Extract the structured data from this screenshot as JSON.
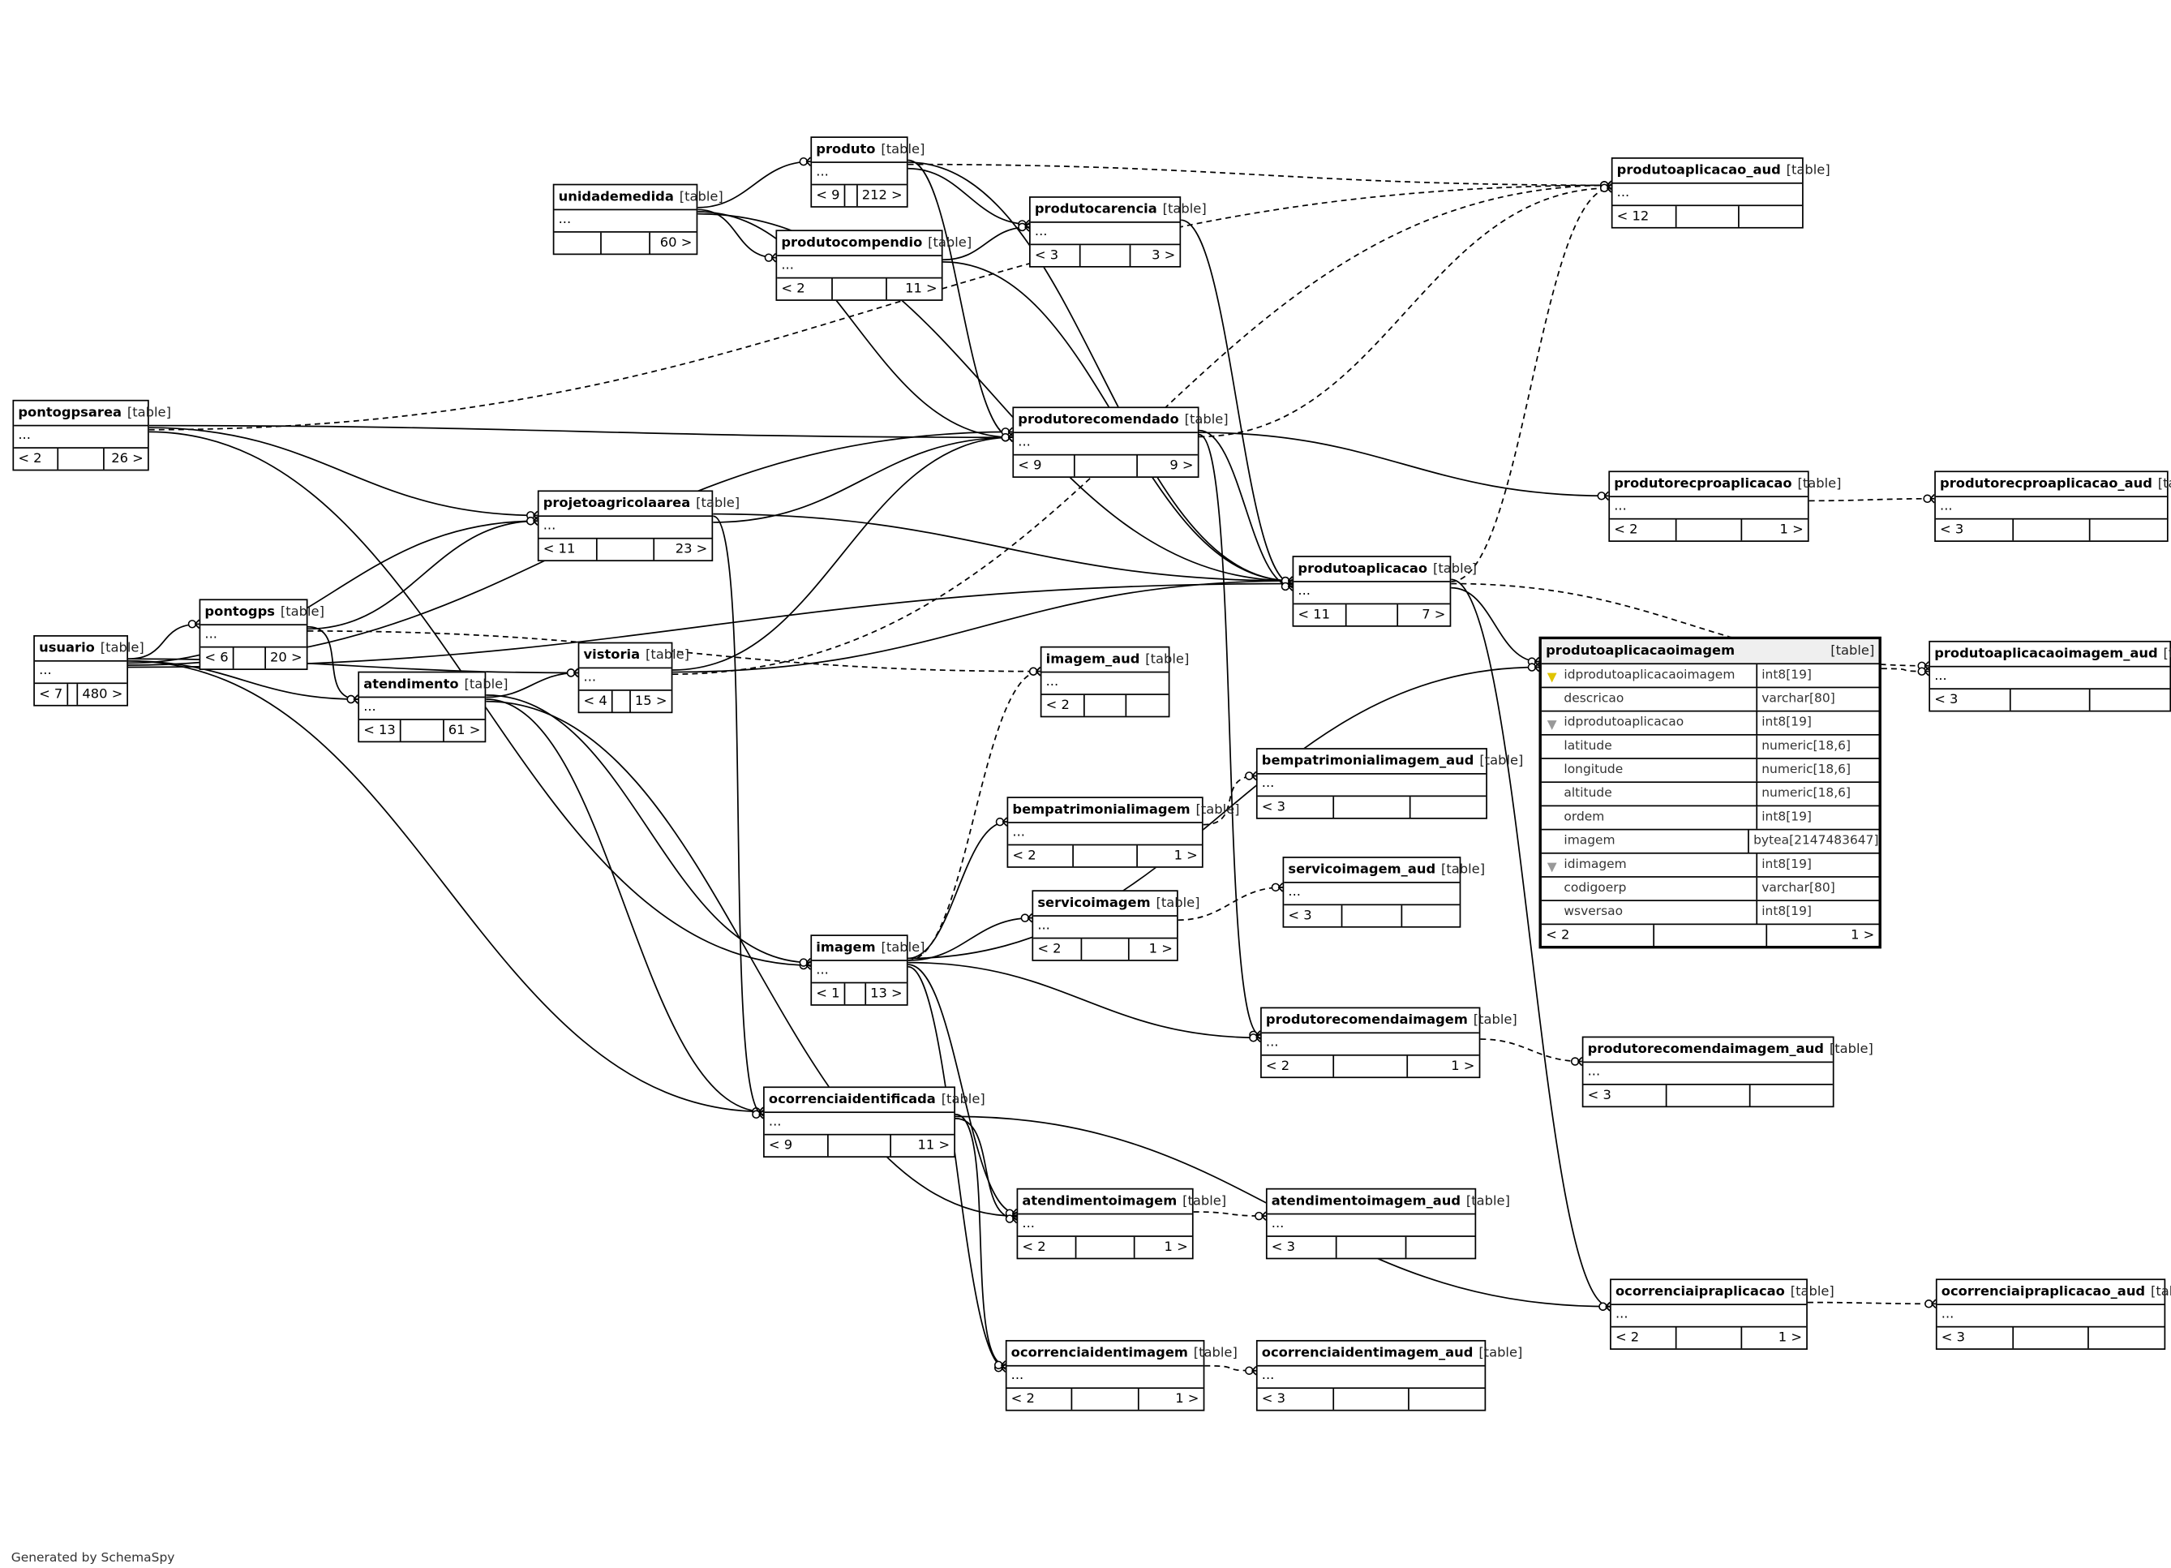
{
  "diagram": {
    "tag_label": "[table]",
    "footer": "Generated by SchemaSpy",
    "tables": {
      "pontogpsarea": {
        "name": "pontogpsarea",
        "body": "...",
        "cells": [
          "< 2",
          "",
          "26 >"
        ]
      },
      "usuario": {
        "name": "usuario",
        "body": "...",
        "cells": [
          "< 7",
          "",
          "480 >"
        ]
      },
      "pontogps": {
        "name": "pontogps",
        "body": "...",
        "cells": [
          "< 6",
          "",
          "20 >"
        ]
      },
      "atendimento": {
        "name": "atendimento",
        "body": "...",
        "cells": [
          "< 13",
          "",
          "61 >"
        ]
      },
      "unidademedida": {
        "name": "unidademedida",
        "body": "...",
        "cells": [
          "",
          "",
          "60 >"
        ]
      },
      "projetoagricolaarea": {
        "name": "projetoagricolaarea",
        "body": "...",
        "cells": [
          "< 11",
          "",
          "23 >"
        ]
      },
      "vistoria": {
        "name": "vistoria",
        "body": "...",
        "cells": [
          "< 4",
          "",
          "15 >"
        ]
      },
      "produto": {
        "name": "produto",
        "body": "...",
        "cells": [
          "< 9",
          "",
          "212 >"
        ]
      },
      "produtocompendio": {
        "name": "produtocompendio",
        "body": "...",
        "cells": [
          "< 2",
          "",
          "11 >"
        ]
      },
      "produtocarencia": {
        "name": "produtocarencia",
        "body": "...",
        "cells": [
          "< 3",
          "",
          "3 >"
        ]
      },
      "produtorecomendado": {
        "name": "produtorecomendado",
        "body": "...",
        "cells": [
          "< 9",
          "",
          "9 >"
        ]
      },
      "imagem_aud": {
        "name": "imagem_aud",
        "body": "...",
        "cells": [
          "< 2",
          "",
          ""
        ]
      },
      "bempatrimonialimagem_aud": {
        "name": "bempatrimonialimagem_aud",
        "body": "...",
        "cells": [
          "< 3",
          "",
          ""
        ]
      },
      "bempatrimonialimagem": {
        "name": "bempatrimonialimagem",
        "body": "...",
        "cells": [
          "< 2",
          "",
          "1 >"
        ]
      },
      "servicoimagem": {
        "name": "servicoimagem",
        "body": "...",
        "cells": [
          "< 2",
          "",
          "1 >"
        ]
      },
      "servicoimagem_aud": {
        "name": "servicoimagem_aud",
        "body": "...",
        "cells": [
          "< 3",
          "",
          ""
        ]
      },
      "imagem": {
        "name": "imagem",
        "body": "...",
        "cells": [
          "< 1",
          "",
          "13 >"
        ]
      },
      "ocorrenciaidentificada": {
        "name": "ocorrenciaidentificada",
        "body": "...",
        "cells": [
          "< 9",
          "",
          "11 >"
        ]
      },
      "produtorecomendaimagem": {
        "name": "produtorecomendaimagem",
        "body": "...",
        "cells": [
          "< 2",
          "",
          "1 >"
        ]
      },
      "atendimentoimagem": {
        "name": "atendimentoimagem",
        "body": "...",
        "cells": [
          "< 2",
          "",
          "1 >"
        ]
      },
      "atendimentoimagem_aud": {
        "name": "atendimentoimagem_aud",
        "body": "...",
        "cells": [
          "< 3",
          "",
          ""
        ]
      },
      "ocorrenciaidentimagem": {
        "name": "ocorrenciaidentimagem",
        "body": "...",
        "cells": [
          "< 2",
          "",
          "1 >"
        ]
      },
      "ocorrenciaidentimagem_aud": {
        "name": "ocorrenciaidentimagem_aud",
        "body": "...",
        "cells": [
          "< 3",
          "",
          ""
        ]
      },
      "produtoaplicacao": {
        "name": "produtoaplicacao",
        "body": "...",
        "cells": [
          "< 11",
          "",
          "7 >"
        ]
      },
      "produtoaplicacao_aud": {
        "name": "produtoaplicacao_aud",
        "body": "...",
        "cells": [
          "< 12",
          "",
          ""
        ]
      },
      "produtorecproaplicacao": {
        "name": "produtorecproaplicacao",
        "body": "...",
        "cells": [
          "< 2",
          "",
          "1 >"
        ]
      },
      "produtorecproaplicacao_aud": {
        "name": "produtorecproaplicacao_aud",
        "body": "...",
        "cells": [
          "< 3",
          "",
          ""
        ]
      },
      "produtoaplicacaoimagem_aud": {
        "name": "produtoaplicacaoimagem_aud",
        "body": "...",
        "cells": [
          "< 3",
          "",
          ""
        ]
      },
      "produtorecomendaimagem_aud": {
        "name": "produtorecomendaimagem_aud",
        "body": "...",
        "cells": [
          "< 3",
          "",
          ""
        ]
      },
      "ocorrenciaipraplicacao": {
        "name": "ocorrenciaipraplicacao",
        "body": "...",
        "cells": [
          "< 2",
          "",
          "1 >"
        ]
      },
      "ocorrenciaipraplicacao_aud": {
        "name": "ocorrenciaipraplicacao_aud",
        "body": "...",
        "cells": [
          "< 3",
          "",
          ""
        ]
      }
    },
    "focus_table": {
      "name": "produtoaplicacaoimagem",
      "columns": [
        {
          "name": "idprodutoaplicacaoimagem",
          "type": "int8[19]",
          "key": "pk"
        },
        {
          "name": "descricao",
          "type": "varchar[80]",
          "key": ""
        },
        {
          "name": "idprodutoaplicacao",
          "type": "int8[19]",
          "key": "fk"
        },
        {
          "name": "latitude",
          "type": "numeric[18,6]",
          "key": ""
        },
        {
          "name": "longitude",
          "type": "numeric[18,6]",
          "key": ""
        },
        {
          "name": "altitude",
          "type": "numeric[18,6]",
          "key": ""
        },
        {
          "name": "ordem",
          "type": "int8[19]",
          "key": ""
        },
        {
          "name": "imagem",
          "type": "bytea[2147483647]",
          "key": ""
        },
        {
          "name": "idimagem",
          "type": "int8[19]",
          "key": "fk"
        },
        {
          "name": "codigoerp",
          "type": "varchar[80]",
          "key": ""
        },
        {
          "name": "wsversao",
          "type": "int8[19]",
          "key": ""
        }
      ],
      "cells": [
        "< 2",
        "",
        "1 >"
      ]
    },
    "relationships": [
      [
        "unidademedida",
        "produto",
        "solid"
      ],
      [
        "unidademedida",
        "produtocompendio",
        "solid"
      ],
      [
        "unidademedida",
        "produtorecomendado",
        "solid"
      ],
      [
        "unidademedida",
        "produtoaplicacao",
        "solid"
      ],
      [
        "produto",
        "produtocarencia",
        "solid"
      ],
      [
        "produto",
        "produtorecomendado",
        "solid"
      ],
      [
        "produto",
        "produtoaplicacao",
        "solid"
      ],
      [
        "produto",
        "produtoaplicacao_aud",
        "dashed"
      ],
      [
        "produtocompendio",
        "produtocarencia",
        "solid"
      ],
      [
        "produtocompendio",
        "produtoaplicacao",
        "solid"
      ],
      [
        "produtocarencia",
        "produtoaplicacao",
        "solid"
      ],
      [
        "pontogpsarea",
        "produtorecomendado",
        "solid"
      ],
      [
        "pontogpsarea",
        "projetoagricolaarea",
        "solid"
      ],
      [
        "pontogpsarea",
        "produtoaplicacao_aud",
        "dashed"
      ],
      [
        "pontogpsarea",
        "imagem",
        "solid"
      ],
      [
        "usuario",
        "pontogps",
        "solid"
      ],
      [
        "usuario",
        "atendimento",
        "solid"
      ],
      [
        "usuario",
        "projetoagricolaarea",
        "solid"
      ],
      [
        "usuario",
        "produtorecomendado",
        "solid"
      ],
      [
        "usuario",
        "produtoaplicacao",
        "solid"
      ],
      [
        "usuario",
        "vistoria",
        "solid"
      ],
      [
        "usuario",
        "ocorrenciaidentificada",
        "solid"
      ],
      [
        "pontogps",
        "atendimento",
        "solid"
      ],
      [
        "pontogps",
        "projetoagricolaarea",
        "solid"
      ],
      [
        "pontogps",
        "imagem_aud",
        "dashed"
      ],
      [
        "atendimento",
        "imagem",
        "solid"
      ],
      [
        "atendimento",
        "vistoria",
        "solid"
      ],
      [
        "atendimento",
        "ocorrenciaidentificada",
        "solid"
      ],
      [
        "atendimento",
        "atendimentoimagem",
        "solid"
      ],
      [
        "projetoagricolaarea",
        "produtorecomendado",
        "solid"
      ],
      [
        "projetoagricolaarea",
        "produtoaplicacao",
        "solid"
      ],
      [
        "projetoagricolaarea",
        "ocorrenciaidentificada",
        "solid"
      ],
      [
        "vistoria",
        "produtorecomendado",
        "solid"
      ],
      [
        "vistoria",
        "produtoaplicacao",
        "solid"
      ],
      [
        "vistoria",
        "produtoaplicacao_aud",
        "dashed"
      ],
      [
        "produtorecomendado",
        "produtoaplicacao",
        "solid"
      ],
      [
        "produtorecomendado",
        "produtorecproaplicacao",
        "solid"
      ],
      [
        "produtorecomendado",
        "produtorecomendaimagem",
        "solid"
      ],
      [
        "produtorecomendado",
        "produtoaplicacao_aud",
        "dashed"
      ],
      [
        "produtoaplicacao",
        "produtoaplicacaoimagem",
        "solid"
      ],
      [
        "produtoaplicacao",
        "ocorrenciaipraplicacao",
        "solid"
      ],
      [
        "produtoaplicacao",
        "produtoaplicacao_aud",
        "dashed"
      ],
      [
        "produtoaplicacao",
        "produtoaplicacaoimagem_aud",
        "dashed"
      ],
      [
        "produtorecproaplicacao",
        "produtorecproaplicacao_aud",
        "dashed"
      ],
      [
        "produtoaplicacaoimagem",
        "produtoaplicacaoimagem_aud",
        "dashed"
      ],
      [
        "imagem",
        "bempatrimonialimagem",
        "solid"
      ],
      [
        "imagem",
        "servicoimagem",
        "solid"
      ],
      [
        "imagem",
        "produtorecomendaimagem",
        "solid"
      ],
      [
        "imagem",
        "atendimentoimagem",
        "solid"
      ],
      [
        "imagem",
        "ocorrenciaidentimagem",
        "solid"
      ],
      [
        "imagem",
        "produtoaplicacaoimagem",
        "solid"
      ],
      [
        "imagem",
        "imagem_aud",
        "dashed"
      ],
      [
        "bempatrimonialimagem",
        "bempatrimonialimagem_aud",
        "dashed"
      ],
      [
        "servicoimagem",
        "servicoimagem_aud",
        "dashed"
      ],
      [
        "produtorecomendaimagem",
        "produtorecomendaimagem_aud",
        "dashed"
      ],
      [
        "atendimentoimagem",
        "atendimentoimagem_aud",
        "dashed"
      ],
      [
        "ocorrenciaidentimagem",
        "ocorrenciaidentimagem_aud",
        "dashed"
      ],
      [
        "ocorrenciaidentificada",
        "ocorrenciaidentimagem",
        "solid"
      ],
      [
        "ocorrenciaidentificada",
        "ocorrenciaipraplicacao",
        "solid"
      ],
      [
        "ocorrenciaidentificada",
        "atendimentoimagem",
        "solid"
      ],
      [
        "ocorrenciaipraplicacao",
        "ocorrenciaipraplicacao_aud",
        "dashed"
      ]
    ]
  }
}
